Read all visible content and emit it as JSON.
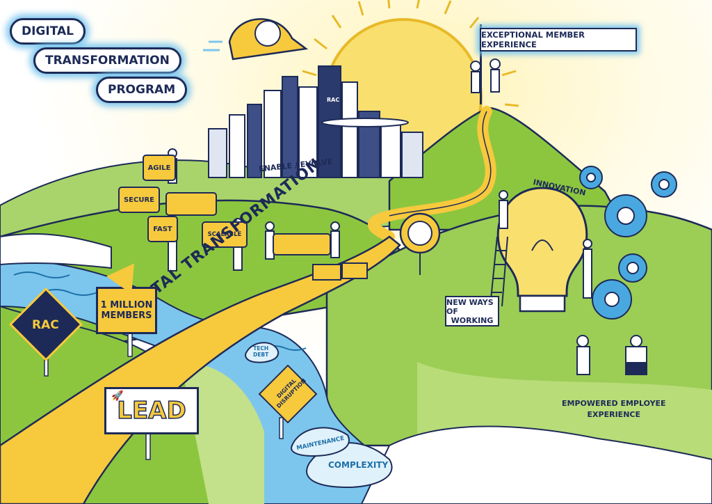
{
  "title": {
    "line1": "DIGITAL",
    "line2": "TRANSFORMATION",
    "line3": "PROGRAM"
  },
  "flag": {
    "text": "EXCEPTIONAL MEMBER EXPERIENCE"
  },
  "city": {
    "building_label": "RAC",
    "caption": "ENABLE / EVOLVE"
  },
  "puzzles": {
    "agile": "AGILE",
    "secure": "SECURE",
    "fast": "FAST",
    "scalable": "SCALABLE"
  },
  "road": {
    "text": "DIGITAL TRANSFORMATION"
  },
  "signs": {
    "rac": "RAC",
    "members_line1": "1 MILLION",
    "members_line2": "MEMBERS",
    "lead": "LEAD",
    "warning_line1": "DIGITAL",
    "warning_line2": "DISRUPTION"
  },
  "icebergs": {
    "tech_debt_line1": "TECH",
    "tech_debt_line2": "DEBT",
    "maintenance": "MAINTENANCE",
    "complexity": "COMPLEXITY"
  },
  "innovation": {
    "label": "INNOVATION"
  },
  "banner": {
    "line1": "NEW WAYS OF",
    "line2": "WORKING"
  },
  "employee": {
    "line1": "EMPOWERED EMPLOYEE",
    "line2": "EXPERIENCE"
  },
  "colors": {
    "navy": "#1d2a57",
    "yellow": "#f7c93d",
    "green": "#8cc63f",
    "light_green": "#c3e08a",
    "blue": "#4aa8e0",
    "sky_blue": "#7cc6ee"
  }
}
